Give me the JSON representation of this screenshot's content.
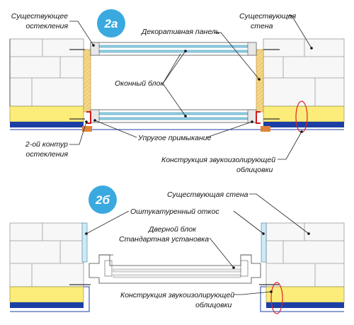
{
  "colors": {
    "badge": "#3aa9e0",
    "glass": "#8fd3e8",
    "insulation": "#fcec7a",
    "base_blue": "#1c3fa6",
    "wall_hatch": "#b8b8b8",
    "panel": "#f4d78a",
    "seal_orange": "#e0843a",
    "seal_red": "#d11a1a",
    "highlight_oval": "#e0202c"
  },
  "diagram_a": {
    "badge": "2а",
    "labels": {
      "existing_glazing": [
        "Существующее",
        "остекления"
      ],
      "existing_wall": [
        "Существующая",
        "стена"
      ],
      "decorative_panel": "Декоративная панель",
      "window_block": "Оконный блок",
      "elastic_junction": "Упругое примыкание",
      "second_glazing": [
        "2-ой контур",
        "остекления"
      ],
      "soundproof_lining": [
        "Конструкция звукоизолирующей",
        "облицовки"
      ]
    }
  },
  "diagram_b": {
    "badge": "2б",
    "labels": {
      "existing_wall": "Существующая стена",
      "plastered_slope": "Оштукатуренный откос",
      "door_block": [
        "Дверной блок",
        "Стандартная установка"
      ],
      "soundproof_lining": [
        "Конструкция звукоизолирующей",
        "облицовки"
      ]
    }
  }
}
